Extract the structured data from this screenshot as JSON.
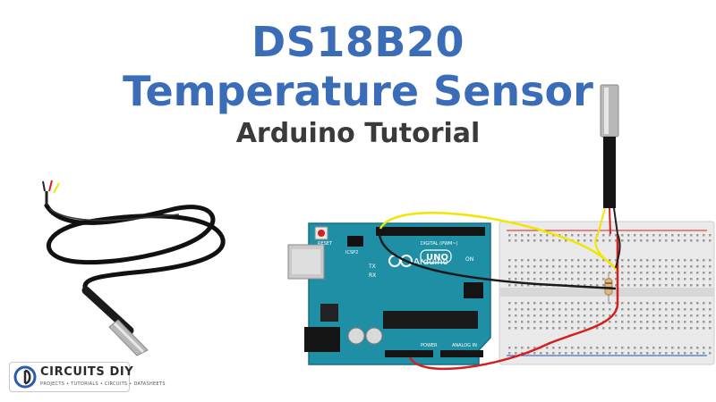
{
  "title_line1": "DS18B20",
  "title_line2": "Temperature Sensor",
  "subtitle": "Arduino Tutorial",
  "board": {
    "reset_label": "RESET",
    "icsp_label": "ICSP2",
    "digital_label": "DIGITAL (PWM~)",
    "tx_label": "TX",
    "rx_label": "RX",
    "on_label": "ON",
    "brand": "Arduino",
    "model": "UNO",
    "power_label": "POWER",
    "analog_label": "ANALOG IN"
  },
  "logo": {
    "name": "CIRCUITS DIY",
    "tagline": "PROJECTS • TUTORIALS • CIRCUITS • DATASHEETS"
  },
  "colors": {
    "title_blue": "#3a6cb8",
    "board_teal": "#1f8fa6",
    "wire_yellow": "#f2e500",
    "wire_red": "#d42020",
    "wire_black": "#1a1a1a"
  }
}
